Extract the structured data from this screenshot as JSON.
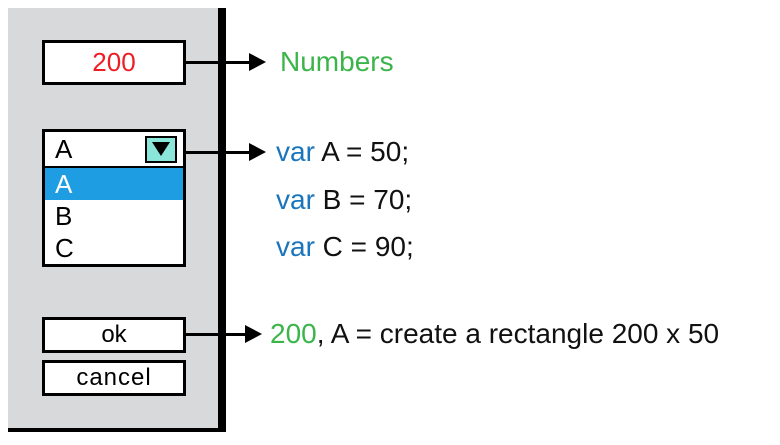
{
  "panel": {
    "input_value": "200",
    "dropdown": {
      "selected": "A",
      "options": [
        "A",
        "B",
        "C"
      ]
    },
    "ok_label": "ok",
    "cancel_label": "cancel"
  },
  "annotations": {
    "numbers_label": "Numbers",
    "code_lines": [
      {
        "keyword": "var",
        "code": " A = 50;"
      },
      {
        "keyword": "var",
        "code": " B = 70;"
      },
      {
        "keyword": "var",
        "code": " C = 90;"
      }
    ],
    "result_line": {
      "value": "200",
      "text": ", A = create a rectangle 200 x 50"
    }
  },
  "colors": {
    "input_value_red": "#ee1c23",
    "numbers_green": "#3bb54a",
    "keyword_blue": "#1b75bc",
    "selection_blue": "#1e9de3",
    "dropdown_button_teal": "#8ae6d9",
    "panel_gray": "#d8d9da"
  }
}
